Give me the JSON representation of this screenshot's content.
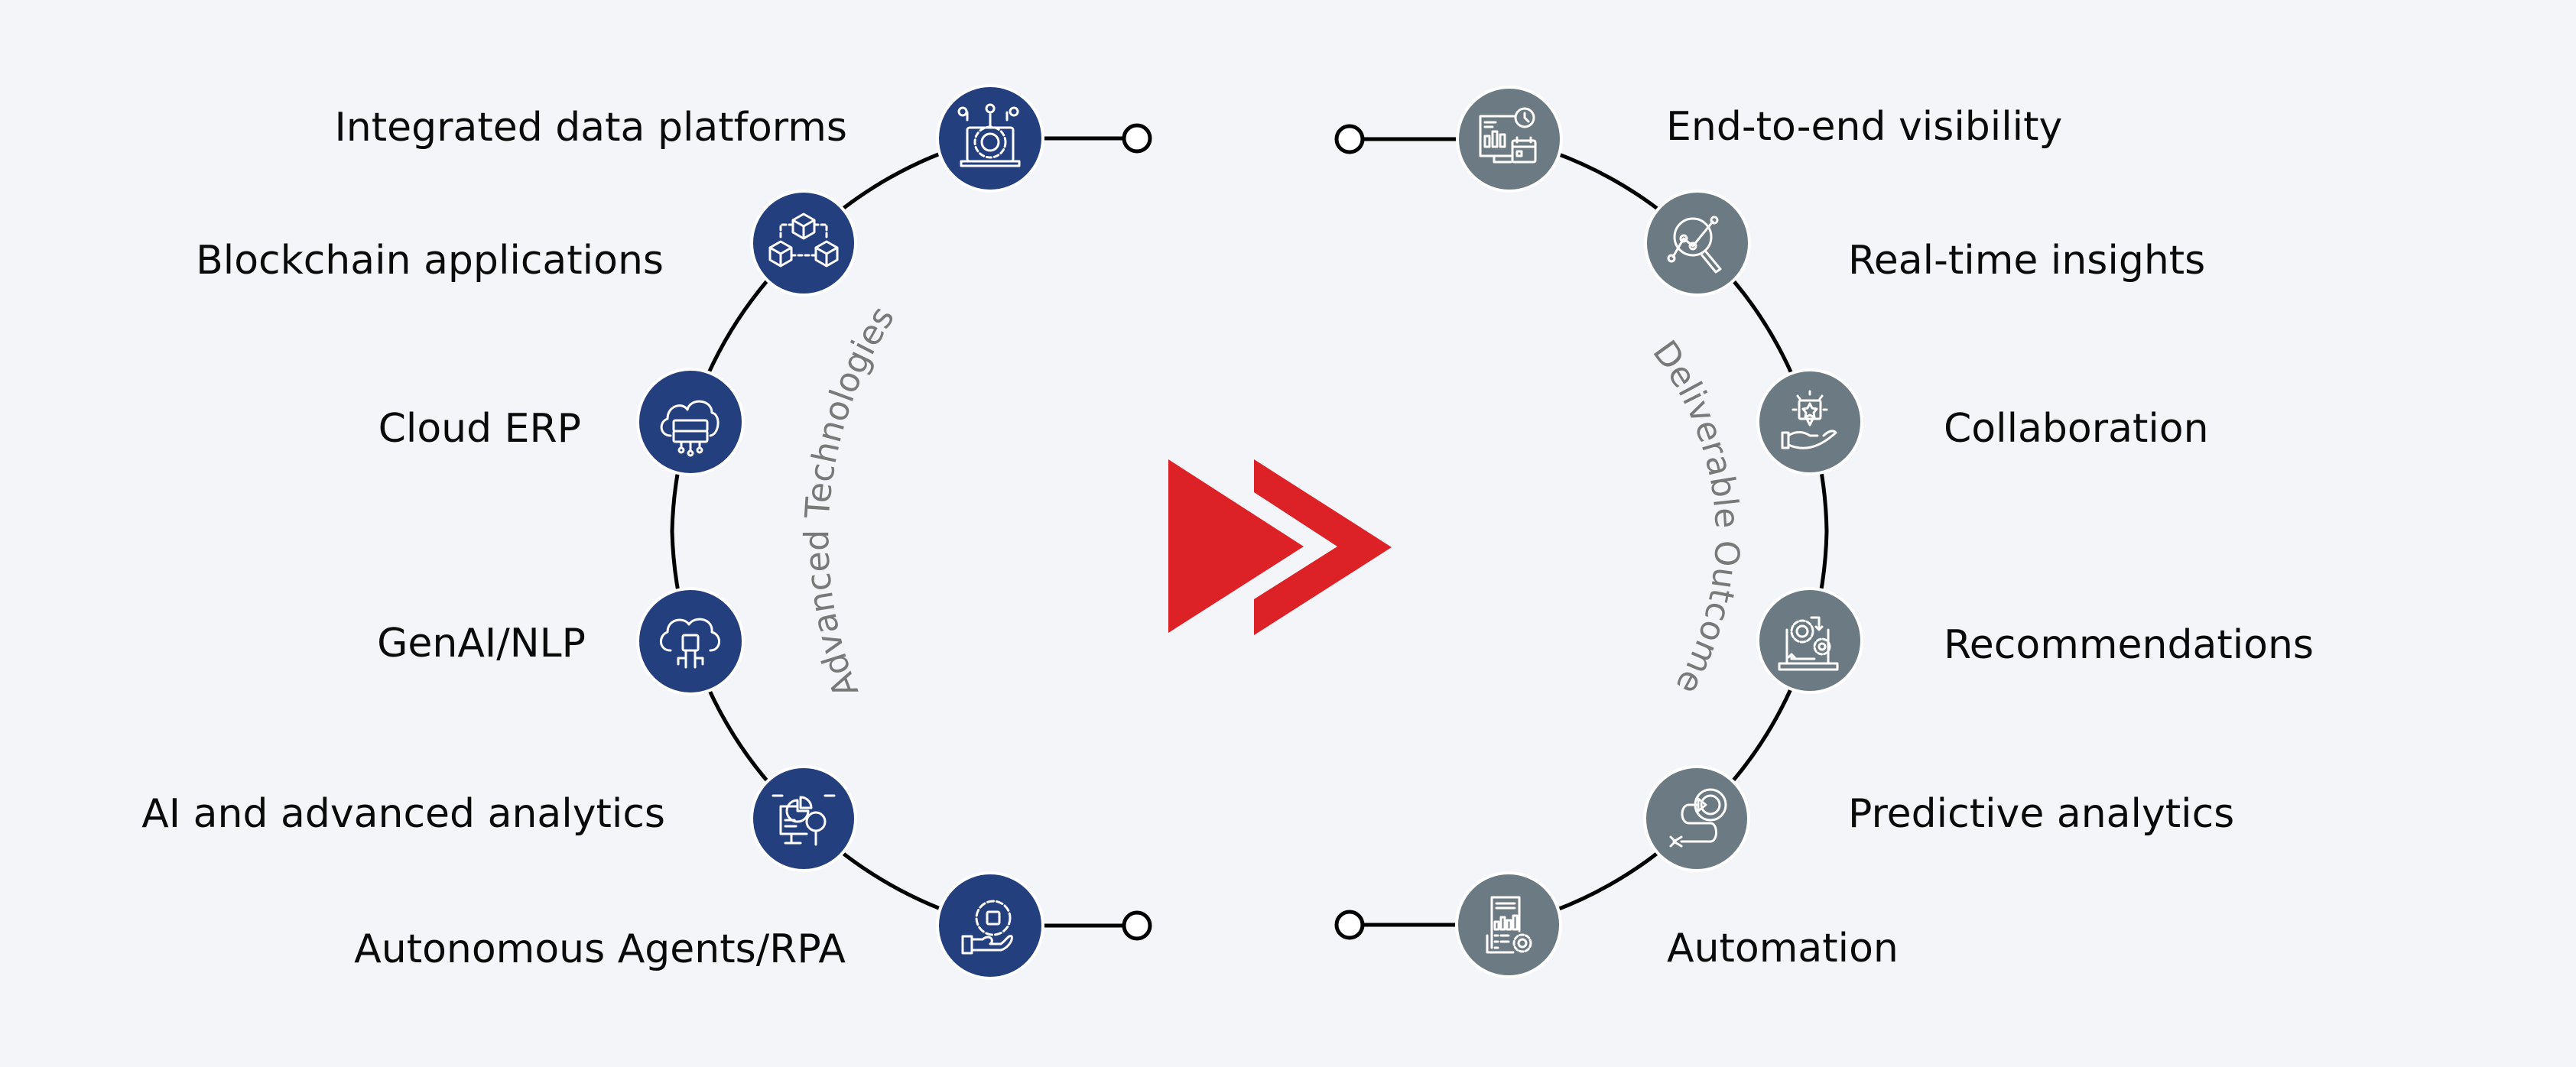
{
  "colors": {
    "background": "#f4f5f8",
    "tech_node": "#233f7e",
    "outcome_node": "#6c7a83",
    "arrow": "#dc2127",
    "curved_label": "#7a7979",
    "text": "#0a0a0a"
  },
  "left": {
    "title": "Advanced Technologies",
    "items": [
      {
        "label": "Integrated data platforms",
        "icon": "laptop-gear-circuit-icon"
      },
      {
        "label": "Blockchain applications",
        "icon": "blockchain-cubes-icon"
      },
      {
        "label": "Cloud ERP",
        "icon": "cloud-server-icon"
      },
      {
        "label": "GenAI/NLP",
        "icon": "ai-brain-cloud-icon"
      },
      {
        "label": "AI and advanced analytics",
        "icon": "monitor-chart-magnifier-icon"
      },
      {
        "label": "Autonomous Agents/RPA",
        "icon": "robot-hand-gear-icon"
      }
    ]
  },
  "center": {
    "icon": "double-arrow-right-icon"
  },
  "right": {
    "title": "Deliverable Outcome",
    "items": [
      {
        "label": "End-to-end visibility",
        "icon": "dashboard-clock-calendar-icon"
      },
      {
        "label": "Real-time insights",
        "icon": "magnifier-analytics-icon"
      },
      {
        "label": "Collaboration",
        "icon": "hand-star-message-icon"
      },
      {
        "label": "Recommendations",
        "icon": "laptop-gears-cycle-icon"
      },
      {
        "label": "Predictive analytics",
        "icon": "target-path-arrow-icon"
      },
      {
        "label": "Automation",
        "icon": "document-chart-gear-icon"
      }
    ]
  }
}
